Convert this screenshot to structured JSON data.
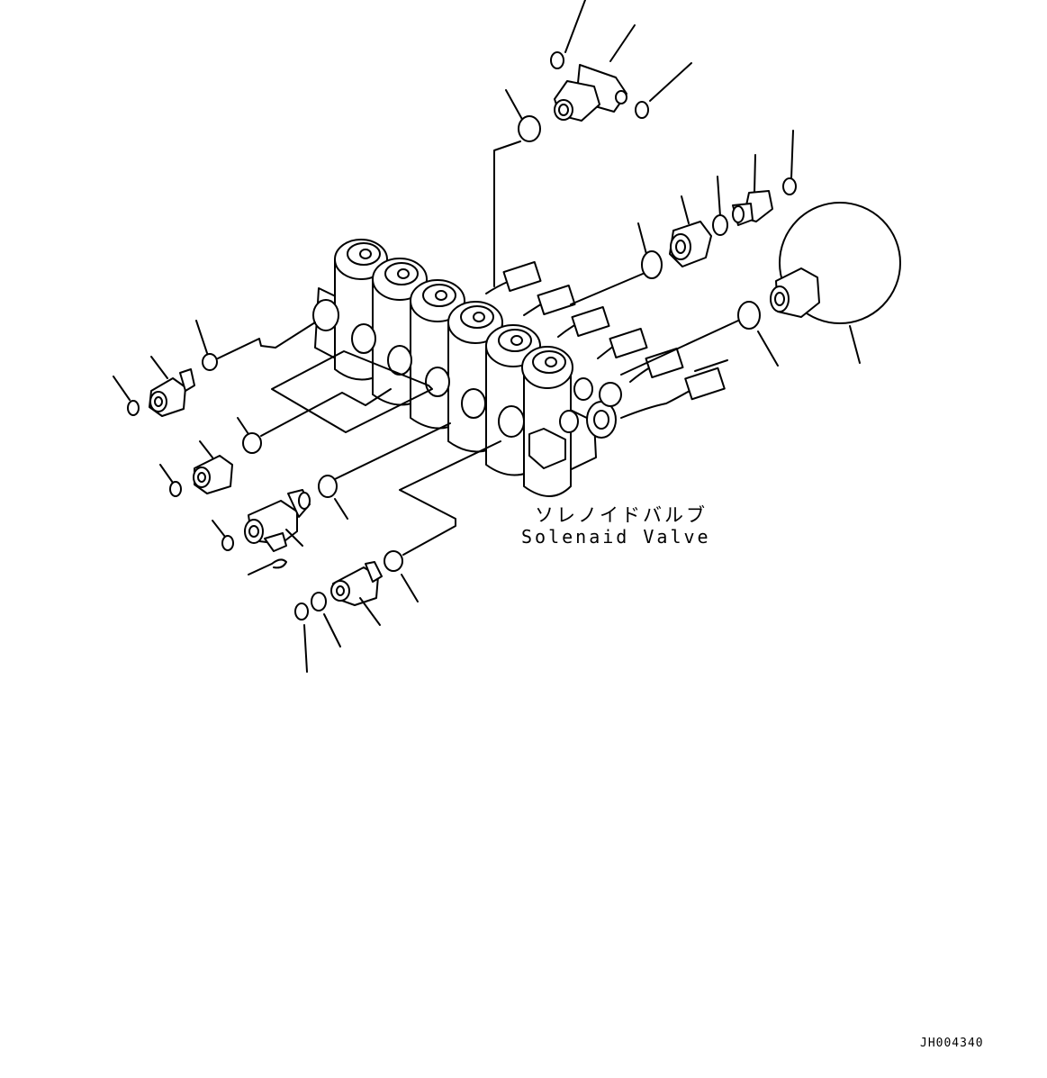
{
  "labels": {
    "part_name_jp": "ソレノイドバルブ",
    "part_name_en": "Solenaid Valve",
    "drawing_code": "JH004340"
  }
}
